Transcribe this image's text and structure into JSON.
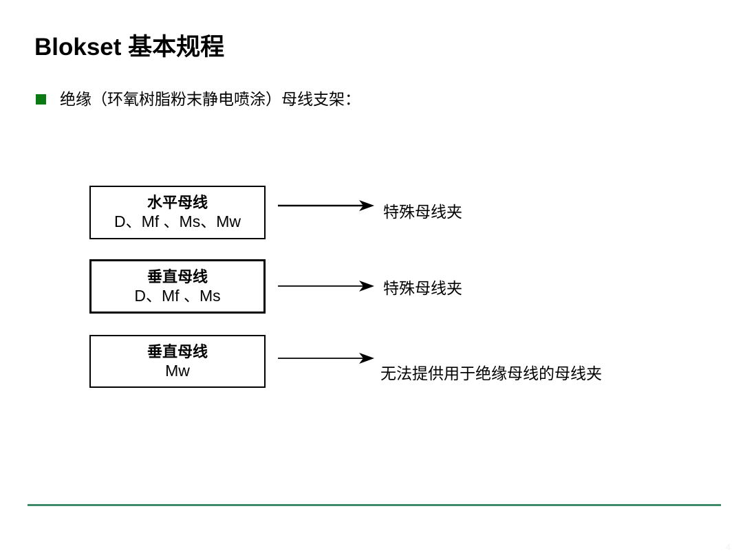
{
  "slide": {
    "title": "Blokset 基本规程",
    "bullet": {
      "marker_color": "#0a7a13",
      "text": "绝缘（环氧树脂粉末静电喷涂）母线支架："
    },
    "footer_rule_color": "#3c8a6a",
    "page_marker": "4"
  },
  "diagram": {
    "rows": [
      {
        "box_title": "水平母线",
        "box_subtitle": "D、Mf 、Ms、Mw",
        "arrow": "arrow-right",
        "result": "特殊母线夹"
      },
      {
        "box_title": "垂直母线",
        "box_subtitle": "D、Mf 、Ms",
        "arrow": "arrow-right",
        "result": "特殊母线夹"
      },
      {
        "box_title": "垂直母线",
        "box_subtitle": "Mw",
        "arrow": "arrow-right",
        "result": "无法提供用于绝缘母线的母线夹"
      }
    ]
  }
}
